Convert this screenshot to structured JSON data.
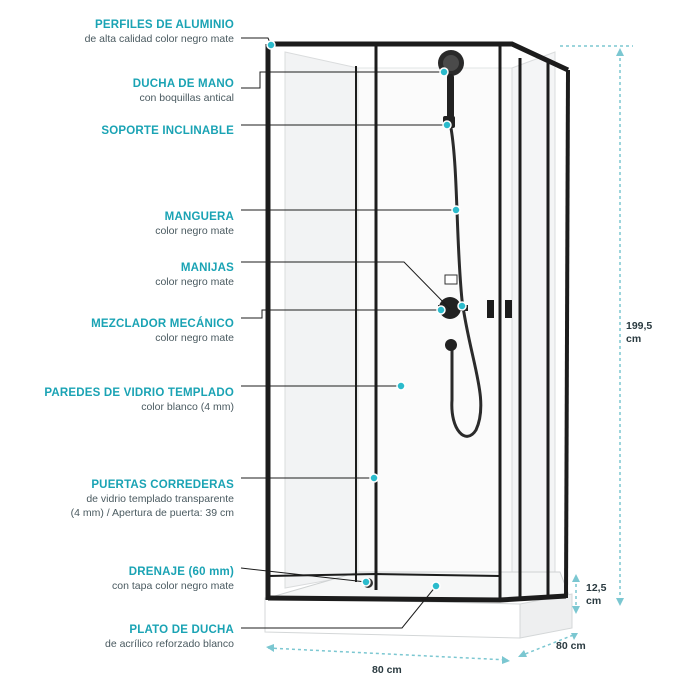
{
  "labels": [
    {
      "id": "perfiles",
      "title": "PERFILES DE ALUMINIO",
      "sub": [
        "de alta calidad color negro mate"
      ]
    },
    {
      "id": "ducha",
      "title": "DUCHA DE MANO",
      "sub": [
        "con boquillas antical"
      ]
    },
    {
      "id": "soporte",
      "title": "SOPORTE INCLINABLE",
      "sub": []
    },
    {
      "id": "manguera",
      "title": "MANGUERA",
      "sub": [
        "color negro mate"
      ]
    },
    {
      "id": "manijas",
      "title": "MANIJAS",
      "sub": [
        "color negro mate"
      ]
    },
    {
      "id": "mezclador",
      "title": "MEZCLADOR MECÁNICO",
      "sub": [
        "color negro mate"
      ]
    },
    {
      "id": "paredes",
      "title": "PAREDES DE VIDRIO TEMPLADO",
      "sub": [
        "color blanco (4 mm)"
      ]
    },
    {
      "id": "puertas",
      "title": "PUERTAS CORREDERAS",
      "sub": [
        "de vidrio templado transparente",
        "(4 mm) / Apertura de puerta: 39 cm"
      ]
    },
    {
      "id": "drenaje",
      "title": "DRENAJE (60 mm)",
      "sub": [
        "con tapa color negro mate"
      ]
    },
    {
      "id": "plato",
      "title": "PLATO DE DUCHA",
      "sub": [
        "de acrílico reforzado blanco"
      ]
    }
  ],
  "dimensions": {
    "height": [
      "199,5",
      "cm"
    ],
    "tray_height": [
      "12,5",
      "cm"
    ],
    "width": "80 cm",
    "depth": "80 cm"
  },
  "colors": {
    "accent": "#1aa3b4",
    "frame": "#1c1c1c",
    "dim_line": "#7bc7d1"
  }
}
